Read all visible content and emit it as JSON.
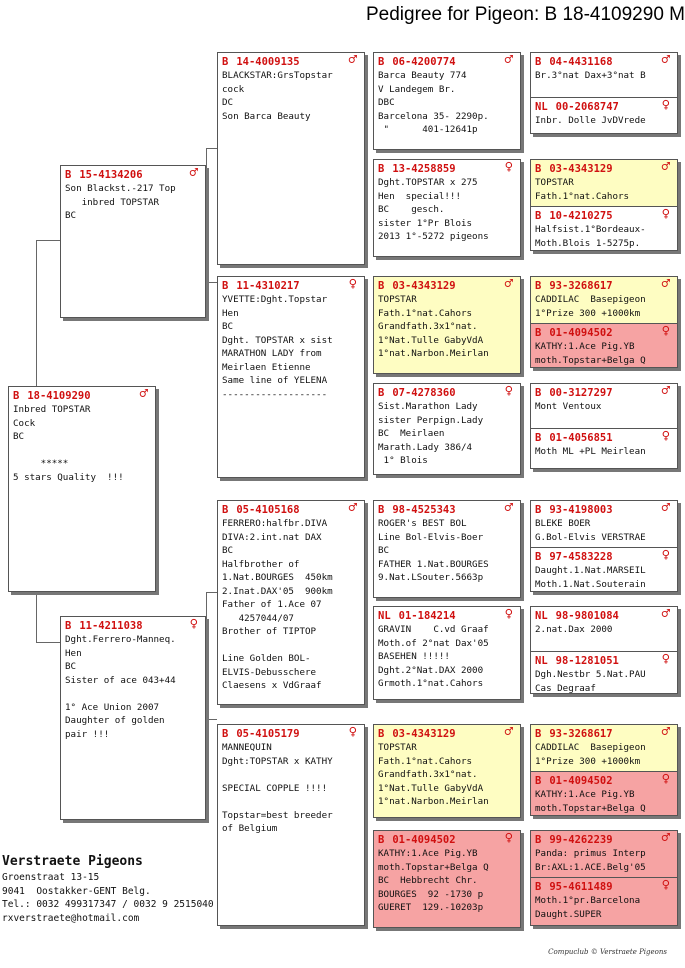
{
  "title": "Pedigree for Pigeon: B   18-4109290 M",
  "subject": {
    "country": "B",
    "band": "18-4109290",
    "sex": "♂",
    "text": "Inbred TOPSTAR\nCock\nBC\n\n     *****\n5 stars Quality  !!!"
  },
  "sire": {
    "country": "B",
    "band": "15-4134206",
    "sex": "♂",
    "text": "Son Blackst.-217 Top\n   inbred TOPSTAR\nBC"
  },
  "dam": {
    "country": "B",
    "band": "11-4211038",
    "sex": "♀",
    "text": "Dght.Ferrero-Manneq.\nHen\nBC\nSister of ace 043+44\n\n1° Ace Union 2007\nDaughter of golden\npair !!!"
  },
  "ss": {
    "country": "B",
    "band": "14-4009135",
    "sex": "♂",
    "text": "BLACKSTAR:GrsTopstar\ncock\nDC\nSon Barca Beauty"
  },
  "sd": {
    "country": "B",
    "band": "11-4310217",
    "sex": "♀",
    "text": "YVETTE:Dght.Topstar\nHen\nBC\nDght. TOPSTAR x sist\nMARATHON LADY from\nMeirlaen Etienne\nSame line of YELENA\n-------------------"
  },
  "ds": {
    "country": "B",
    "band": "05-4105168",
    "sex": "♂",
    "text": "FERRERO:halfbr.DIVA\nDIVA:2.int.nat DAX\nBC\nHalfbrother of\n1.Nat.BOURGES  450km\n2.Inat.DAX'05  900km\nFather of 1.Ace 07\n   4257044/07\nBrother of TIPTOP\n\nLine Golden BOL-\nELVIS-Debusschere\nClaesens x VdGraaf"
  },
  "dd": {
    "country": "B",
    "band": "05-4105179",
    "sex": "♀",
    "text": "MANNEQUIN\nDght:TOPSTAR x KATHY\n\nSPECIAL COPPLE !!!!\n\nTopstar=best breeder\nof Belgium"
  },
  "g3": [
    {
      "country": "B",
      "band": "06-4200774",
      "sex": "♂",
      "text": "Barca Beauty 774\nV Landegem Br.\nDBC\nBarcelona 35- 2290p.\n \"      401-12641p"
    },
    {
      "country": "B",
      "band": "13-4258859",
      "sex": "♀",
      "text": "Dght.TOPSTAR x 275\nHen  special!!!\nBC    gesch.\nsister 1°Pr Blois\n2013 1°-5272 pigeons"
    },
    {
      "country": "B",
      "band": "03-4343129",
      "sex": "♂",
      "text": "TOPSTAR\nFath.1°nat.Cahors\nGrandfath.3x1°nat.\n1°Nat.Tulle GabyVdA\n1°nat.Narbon.Meirlan"
    },
    {
      "country": "B",
      "band": "07-4278360",
      "sex": "♀",
      "text": "Sist.Marathon Lady\nsister Perpign.Lady\nBC  Meirlaen\nMarath.Lady 386/4\n 1° Blois"
    },
    {
      "country": "B",
      "band": "98-4525343",
      "sex": "♂",
      "text": "ROGER's BEST BOL\nLine Bol-Elvis-Boer\nBC\nFATHER 1.Nat.BOURGES\n9.Nat.LSouter.5663p"
    },
    {
      "country": "NL",
      "band": "01-184214",
      "sex": "♀",
      "text": "GRAVIN    C.vd Graaf\nMoth.of 2°nat Dax'05\nBASEHEN !!!!!\nDght.2°Nat.DAX 2000\nGrmoth.1°nat.Cahors"
    },
    {
      "country": "B",
      "band": "03-4343129",
      "sex": "♂",
      "text": "TOPSTAR\nFath.1°nat.Cahors\nGrandfath.3x1°nat.\n1°Nat.Tulle GabyVdA\n1°nat.Narbon.Meirlan"
    },
    {
      "country": "B",
      "band": "01-4094502",
      "sex": "♀",
      "text": "KATHY:1.Ace Pig.YB\nmoth.Topstar+Belga Q\nBC  Hebbrecht Chr.\nBOURGES  92 -1730 p\nGUERET  129.-10203p"
    }
  ],
  "g4": [
    {
      "country": "B",
      "band": "04-4431168",
      "sex": "♂",
      "text": "Br.3°nat Dax+3°nat B"
    },
    {
      "country": "NL",
      "band": "00-2068747",
      "sex": "♀",
      "text": "Inbr. Dolle JvDVrede"
    },
    {
      "country": "B",
      "band": "03-4343129",
      "sex": "♂",
      "text": "TOPSTAR\nFath.1°nat.Cahors"
    },
    {
      "country": "B",
      "band": "10-4210275",
      "sex": "♀",
      "text": "Halfsist.1°Bordeaux-\nMoth.Blois 1-5275p."
    },
    {
      "country": "B",
      "band": "93-3268617",
      "sex": "♂",
      "text": "CADDILAC  Basepigeon\n1°Prize 300 +1000km"
    },
    {
      "country": "B",
      "band": "01-4094502",
      "sex": "♀",
      "text": "KATHY:1.Ace Pig.YB\nmoth.Topstar+Belga Q"
    },
    {
      "country": "B",
      "band": "00-3127297",
      "sex": "♂",
      "text": "Mont Ventoux"
    },
    {
      "country": "B",
      "band": "01-4056851",
      "sex": "♀",
      "text": "Moth ML +PL Meirlean"
    },
    {
      "country": "B",
      "band": "93-4198003",
      "sex": "♂",
      "text": "BLEKE BOER\nG.Bol-Elvis VERSTRAE"
    },
    {
      "country": "B",
      "band": "97-4583228",
      "sex": "♀",
      "text": "Daught.1.Nat.MARSEIL\nMoth.1.Nat.Souterain"
    },
    {
      "country": "NL",
      "band": "98-9801084",
      "sex": "♂",
      "text": "2.nat.Dax 2000"
    },
    {
      "country": "NL",
      "band": "98-1281051",
      "sex": "♀",
      "text": "Dgh.Nestbr 5.Nat.PAU\nCas Degraaf"
    },
    {
      "country": "B",
      "band": "93-3268617",
      "sex": "♂",
      "text": "CADDILAC  Basepigeon\n1°Prize 300 +1000km"
    },
    {
      "country": "B",
      "band": "01-4094502",
      "sex": "♀",
      "text": "KATHY:1.Ace Pig.YB\nmoth.Topstar+Belga Q"
    },
    {
      "country": "B",
      "band": "99-4262239",
      "sex": "♂",
      "text": "Panda: primus Interp\nBr:AXL:1.ACE.Belg'05"
    },
    {
      "country": "B",
      "band": "95-4611489",
      "sex": "♀",
      "text": "Moth.1°pr.Barcelona\nDaught.SUPER"
    }
  ],
  "owner": {
    "name": "Verstraete Pigeons",
    "street": "Groenstraat 13-15",
    "city": "9041  Oostakker-GENT Belg.",
    "tel": "Tel.: 0032 499317347 / 0032 9 2515040",
    "email": "rxverstraete@hotmail.com"
  },
  "footer": "Compuclub © Verstraete Pigeons",
  "colors": {
    "band": "#d01010",
    "yellow": "#fefdc2",
    "red": "#f6a3a3"
  }
}
